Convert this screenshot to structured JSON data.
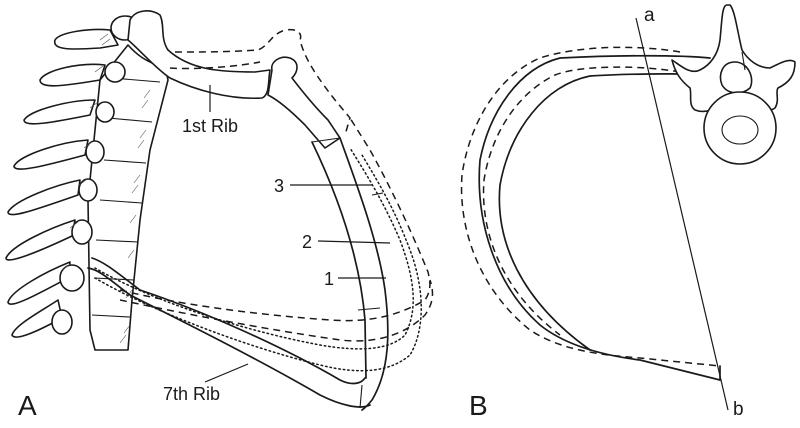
{
  "figure": {
    "panels": [
      {
        "id": "A",
        "label": "A",
        "description": "Lateral view of thoracic spine and ribs showing rib positions",
        "labels": {
          "first_rib": "1st Rib",
          "seventh_rib": "7th Rib",
          "position_1": "1",
          "position_2": "2",
          "position_3": "3"
        },
        "line_styles": {
          "position_1": "solid",
          "position_2": "dotted",
          "position_3": "dashed"
        }
      },
      {
        "id": "B",
        "label": "B",
        "description": "Axial view of rib cage cross-section with thoracic vertebra",
        "labels": {
          "axis_top": "a",
          "axis_bottom": "b"
        },
        "line_styles": {
          "rib_inner": "solid",
          "rib_outer": "dashed"
        }
      }
    ],
    "colors": {
      "line": "#1a1a1a",
      "background": "#ffffff"
    }
  }
}
